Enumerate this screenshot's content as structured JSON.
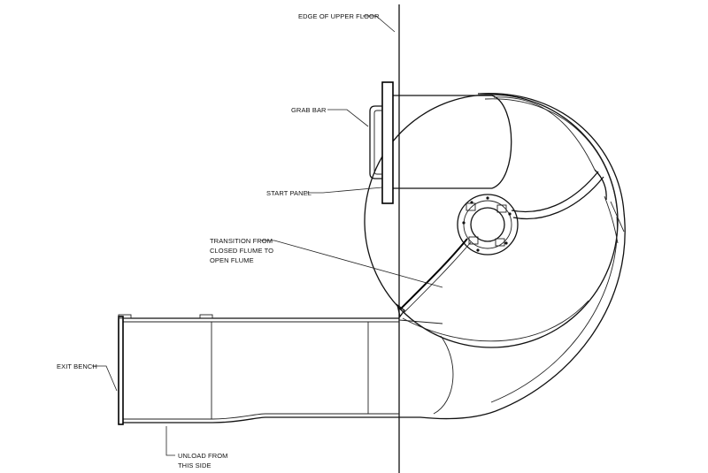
{
  "labels": {
    "edge_of_upper_floor": "EDGE OF UPPER FLOOR",
    "grab_bar": "GRAB BAR",
    "start_panel": "START PANEL",
    "transition_line1": "TRANSITION FROM",
    "transition_line2": "CLOSED FLUME TO",
    "transition_line3": "OPEN FLUME",
    "exit_bench": "EXIT BENCH",
    "unload_line1": "UNLOAD FROM",
    "unload_line2": "THIS SIDE"
  }
}
